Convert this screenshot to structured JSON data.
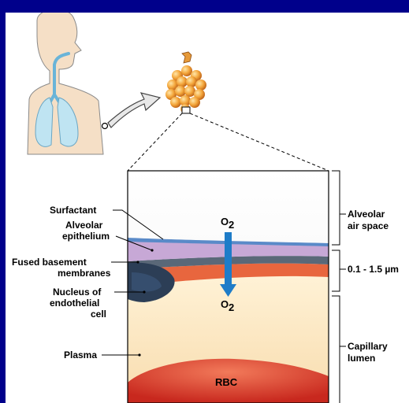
{
  "labels": {
    "surfactant": "Surfactant",
    "alveolar_epithelium_1": "Alveolar",
    "alveolar_epithelium_2": "epithelium",
    "fused_membranes_1": "Fused basement",
    "fused_membranes_2": "membranes",
    "nucleus_1": "Nucleus of",
    "nucleus_2": "endothelial",
    "nucleus_3": "cell",
    "plasma": "Plasma",
    "air_space_1": "Alveolar",
    "air_space_2": "air space",
    "thickness": "0.1 - 1.5 µm",
    "capillary_1": "Capillary",
    "capillary_2": "lumen",
    "rbc": "RBC"
  },
  "gas": {
    "symbol": "O",
    "subscript": "2"
  },
  "colors": {
    "background": "#00008b",
    "lung": "#bfe4f2",
    "body_silhouette": "#f4dcc4",
    "alveoli": "#f0a83a",
    "surfactant_layer": "#5a8ac8",
    "epithelium": "#c7a8d6",
    "basement_membrane": "#5a6878",
    "endothelium": "#e8663e",
    "plasma": "#fbe6bf",
    "rbc": "#e03a2a",
    "arrow": "#1e7cc8"
  }
}
